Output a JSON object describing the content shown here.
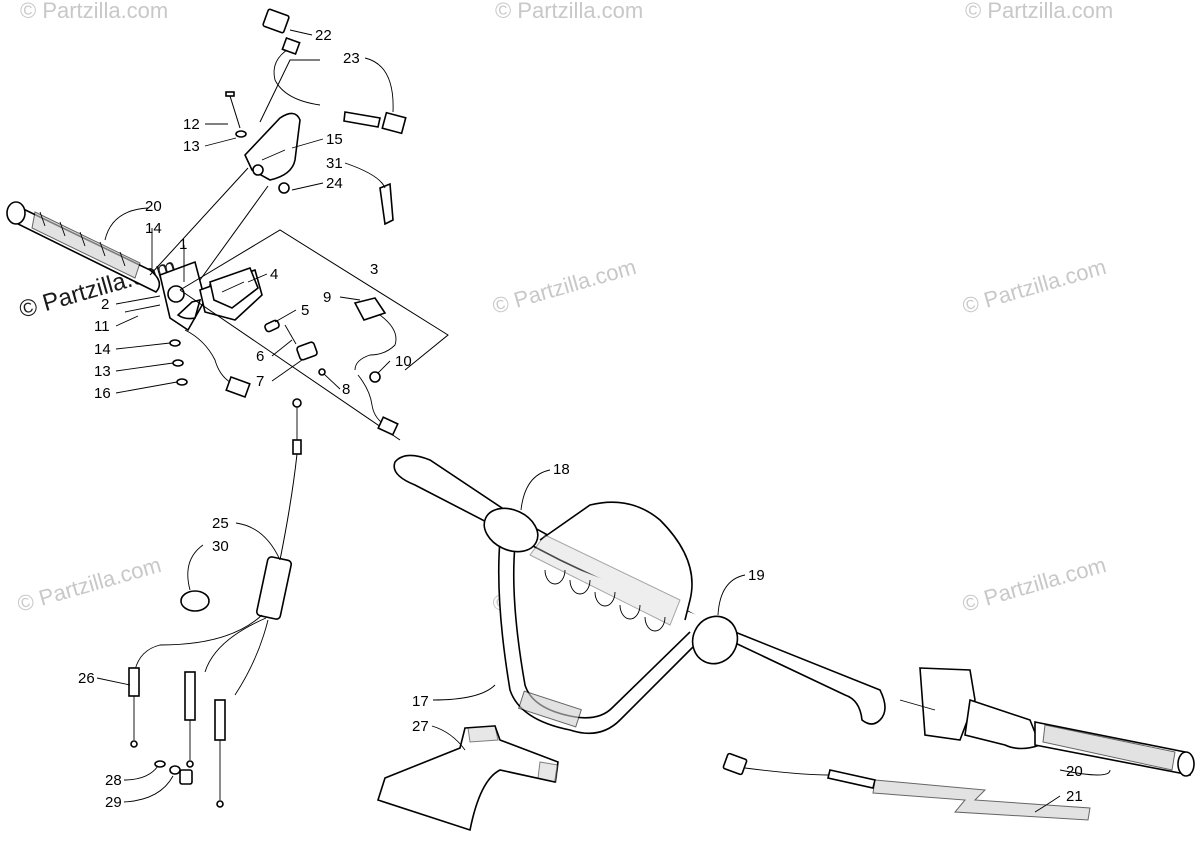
{
  "watermarks": {
    "text": "© Partzilla.com",
    "dark_text": "© Partzilla.com"
  },
  "callouts": [
    {
      "id": "c22",
      "label": "22"
    },
    {
      "id": "c23",
      "label": "23"
    },
    {
      "id": "c12",
      "label": "12"
    },
    {
      "id": "c13a",
      "label": "13"
    },
    {
      "id": "c15",
      "label": "15"
    },
    {
      "id": "c31",
      "label": "31"
    },
    {
      "id": "c24",
      "label": "24"
    },
    {
      "id": "c20a",
      "label": "20"
    },
    {
      "id": "c14a",
      "label": "14"
    },
    {
      "id": "c1",
      "label": "1"
    },
    {
      "id": "c4",
      "label": "4"
    },
    {
      "id": "c3",
      "label": "3"
    },
    {
      "id": "c2",
      "label": "2"
    },
    {
      "id": "c9",
      "label": "9"
    },
    {
      "id": "c5",
      "label": "5"
    },
    {
      "id": "c11",
      "label": "11"
    },
    {
      "id": "c14b",
      "label": "14"
    },
    {
      "id": "c6",
      "label": "6"
    },
    {
      "id": "c10",
      "label": "10"
    },
    {
      "id": "c13b",
      "label": "13"
    },
    {
      "id": "c7",
      "label": "7"
    },
    {
      "id": "c8",
      "label": "8"
    },
    {
      "id": "c16",
      "label": "16"
    },
    {
      "id": "c18",
      "label": "18"
    },
    {
      "id": "c25",
      "label": "25"
    },
    {
      "id": "c30",
      "label": "30"
    },
    {
      "id": "c19",
      "label": "19"
    },
    {
      "id": "c26",
      "label": "26"
    },
    {
      "id": "c17",
      "label": "17"
    },
    {
      "id": "c27",
      "label": "27"
    },
    {
      "id": "c20b",
      "label": "20"
    },
    {
      "id": "c28",
      "label": "28"
    },
    {
      "id": "c21",
      "label": "21"
    },
    {
      "id": "c29",
      "label": "29"
    }
  ]
}
